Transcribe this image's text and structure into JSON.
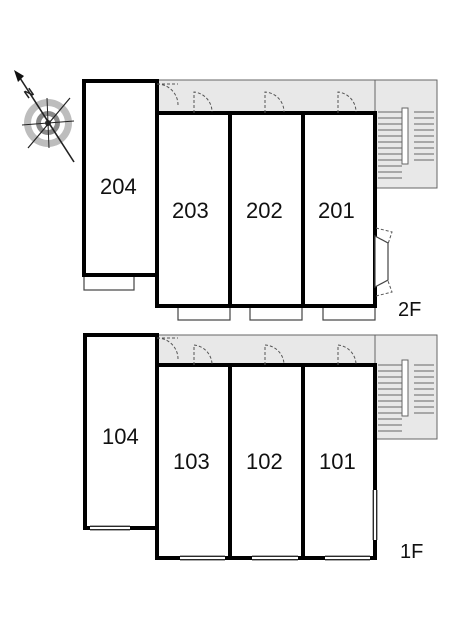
{
  "compass": {
    "letter": "N",
    "icon": "compass-rose-icon"
  },
  "floors": [
    {
      "id": "2F",
      "label": "2F",
      "units": [
        "204",
        "203",
        "202",
        "201"
      ]
    },
    {
      "id": "1F",
      "label": "1F",
      "units": [
        "104",
        "103",
        "102",
        "101"
      ]
    }
  ],
  "colors": {
    "corridor": "#e8e8e8",
    "wall": "#000000",
    "background": "#ffffff"
  }
}
